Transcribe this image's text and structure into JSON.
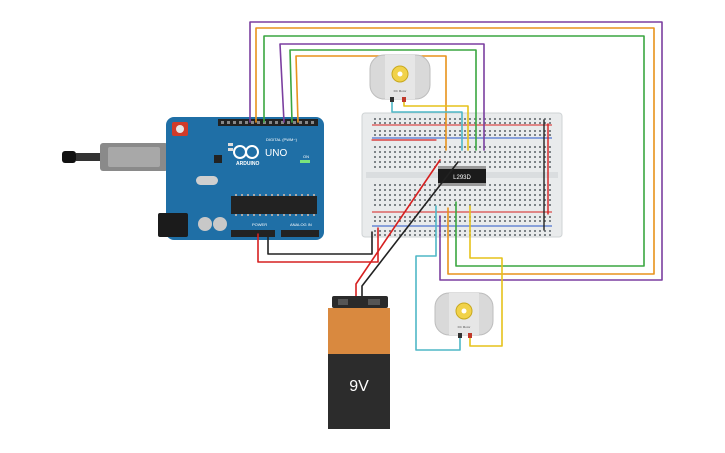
{
  "arduino": {
    "brand": "ARDUINO",
    "model": "UNO",
    "digital_header": "DIGITAL (PWM~)",
    "power_header": "POWER",
    "analog_header": "ANALOG IN",
    "on_label": "ON"
  },
  "motor_driver": {
    "label": "L293D"
  },
  "motor_top": {
    "label": "DC Motor"
  },
  "motor_bottom": {
    "label": "DC Motor"
  },
  "battery": {
    "label": "9V"
  },
  "colors": {
    "board": "#1f6fa6",
    "breadboard": "#e9ebec",
    "battery_top": "#d9893f",
    "battery_body": "#2c2c2c",
    "wire_purple": "#7b3fa0",
    "wire_orange": "#e8921c",
    "wire_green": "#3aa640",
    "wire_red": "#d62020",
    "wire_black": "#222222",
    "wire_yellow": "#e6c21a",
    "wire_teal": "#4fb7c6"
  }
}
